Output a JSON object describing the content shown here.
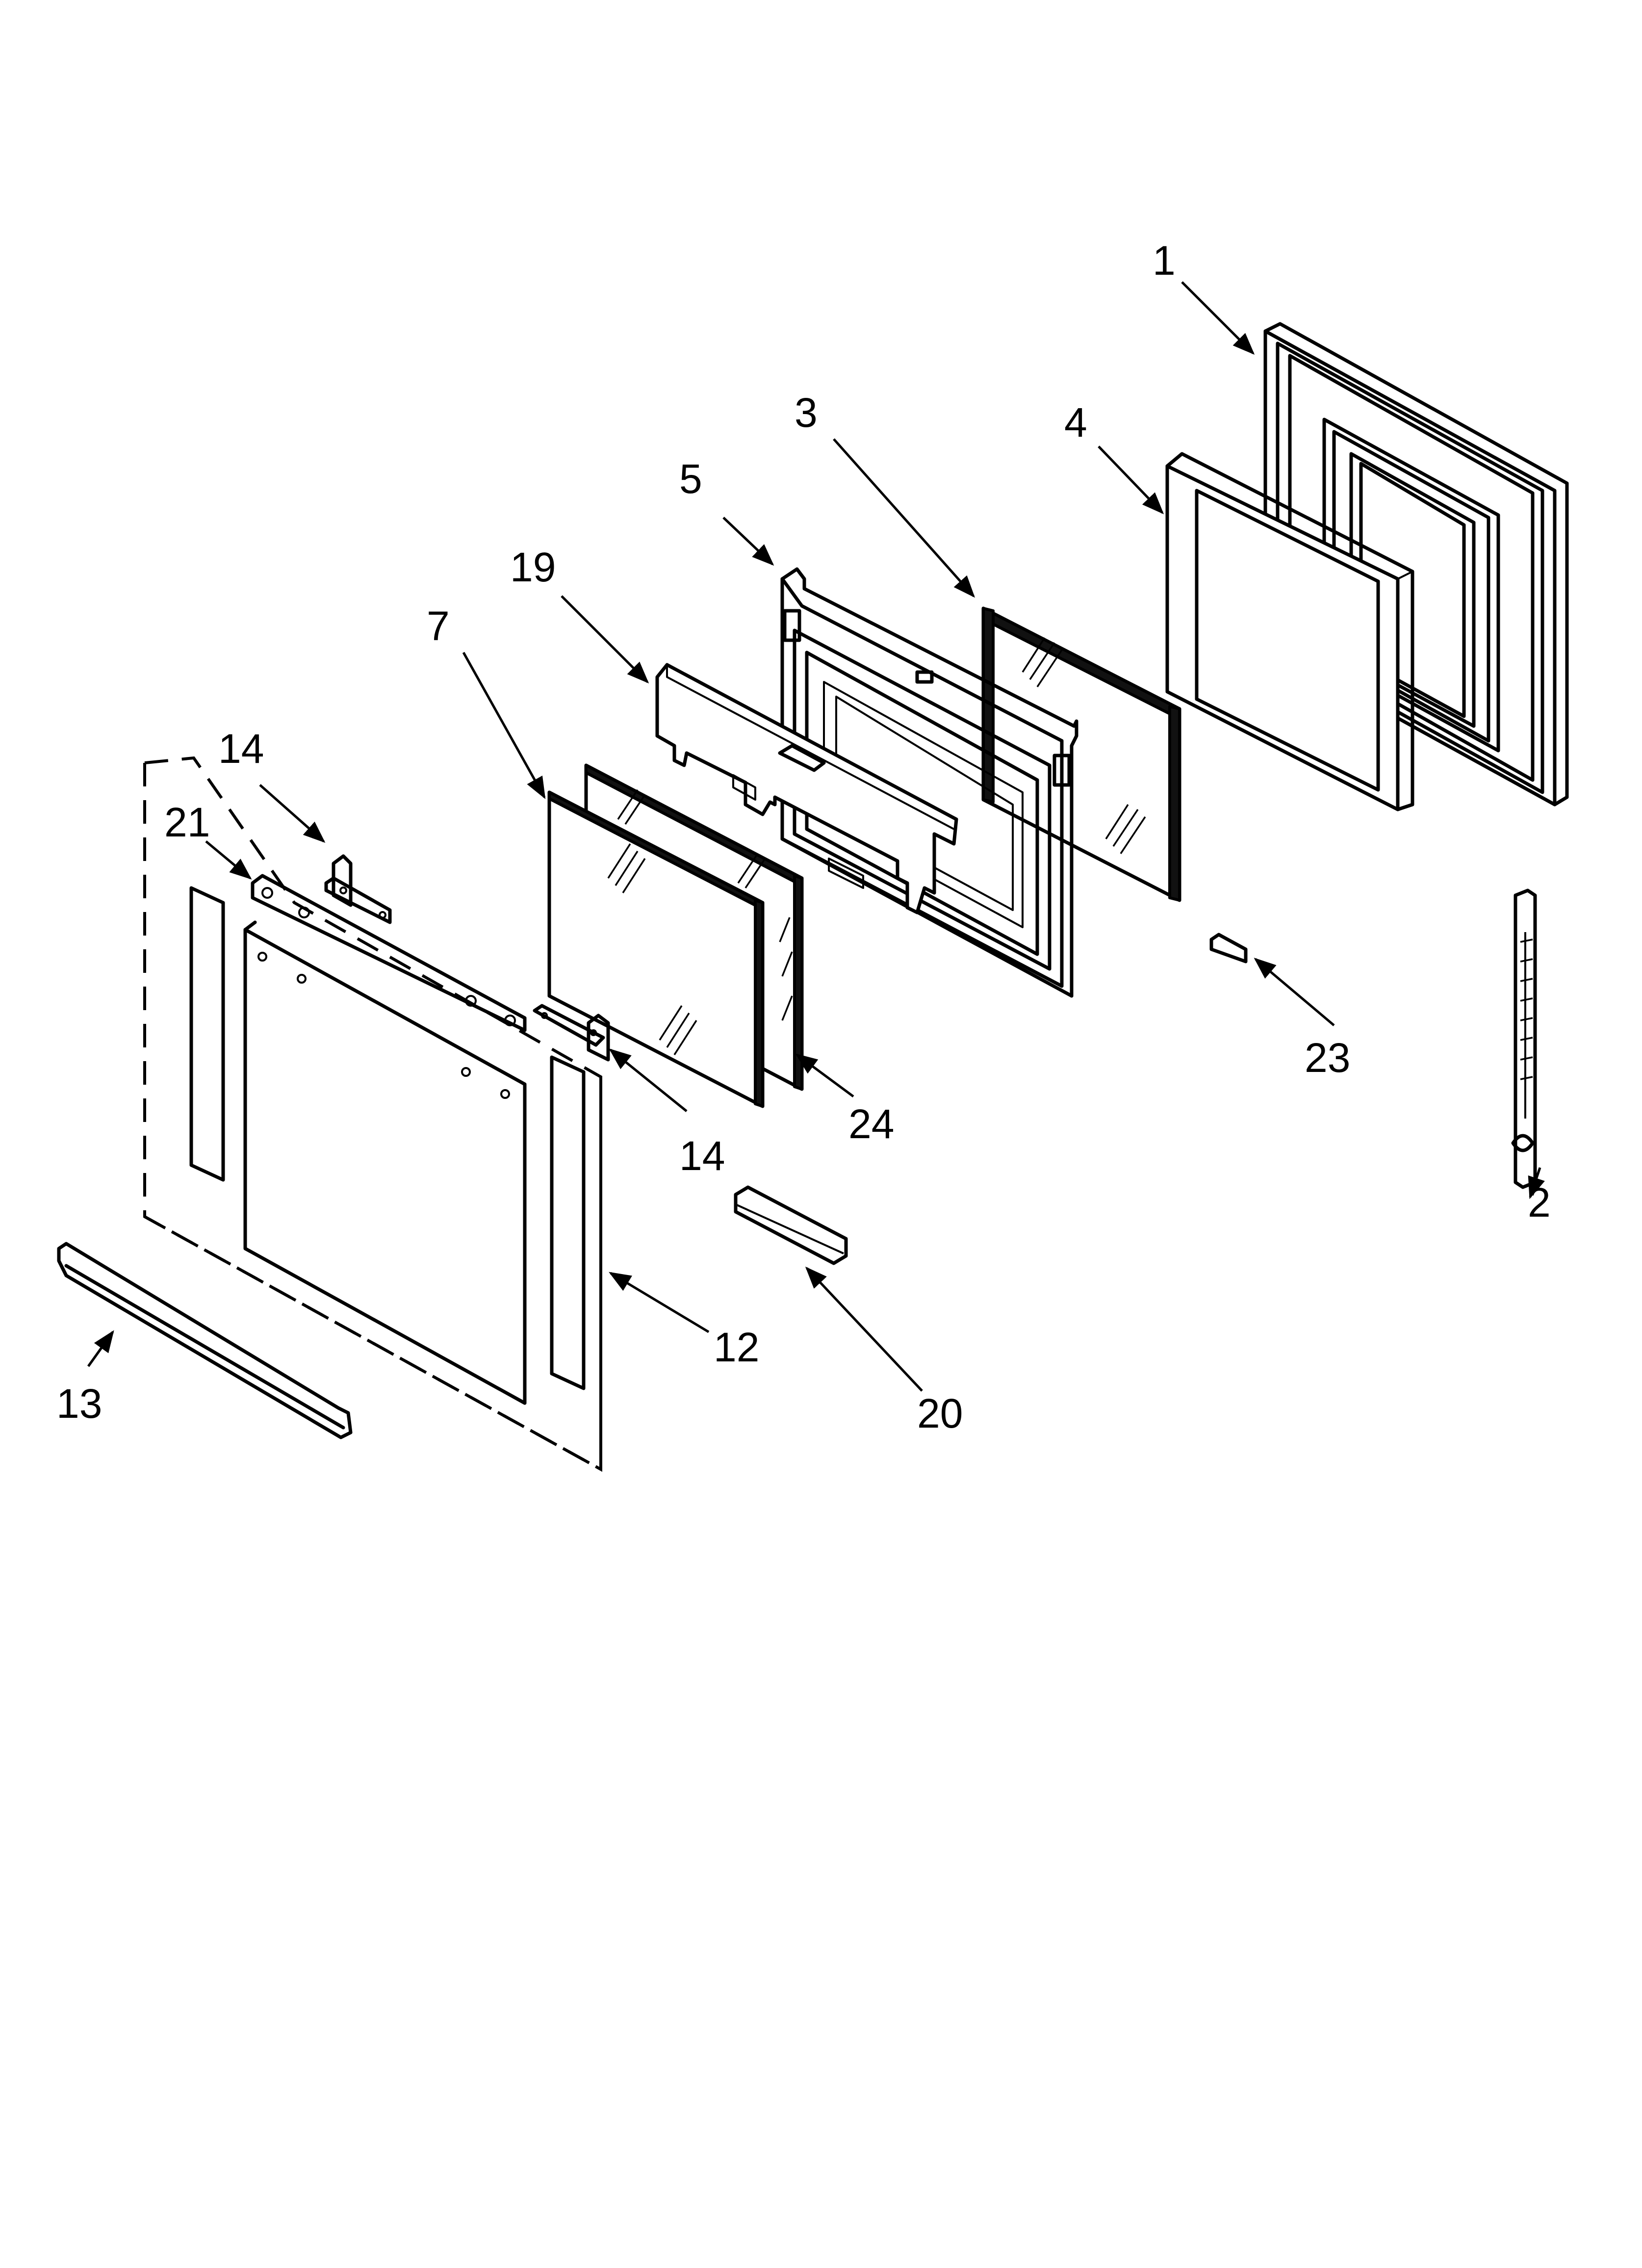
{
  "callouts": [
    {
      "id": "c1",
      "label": "1"
    },
    {
      "id": "c4",
      "label": "4"
    },
    {
      "id": "c3",
      "label": "3"
    },
    {
      "id": "c5",
      "label": "5"
    },
    {
      "id": "c19",
      "label": "19"
    },
    {
      "id": "c7",
      "label": "7"
    },
    {
      "id": "c14a",
      "label": "14"
    },
    {
      "id": "c21",
      "label": "21"
    },
    {
      "id": "c14b",
      "label": "14"
    },
    {
      "id": "c24",
      "label": "24"
    },
    {
      "id": "c23",
      "label": "23"
    },
    {
      "id": "c2",
      "label": "2"
    },
    {
      "id": "c12",
      "label": "12"
    },
    {
      "id": "c20",
      "label": "20"
    },
    {
      "id": "c13",
      "label": "13"
    }
  ]
}
